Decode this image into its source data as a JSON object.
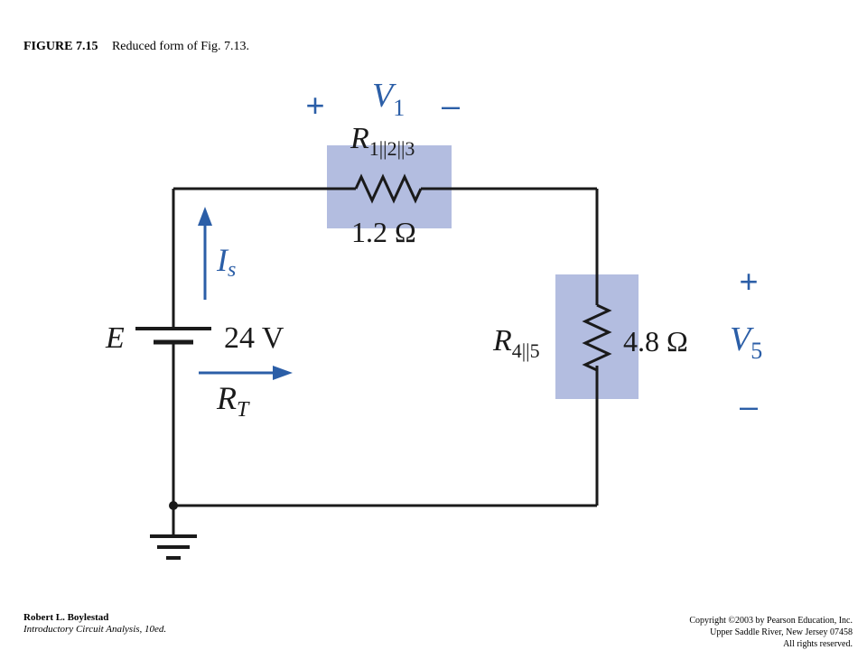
{
  "figure": {
    "number": "FIGURE 7.15",
    "caption": "Reduced form of Fig. 7.13."
  },
  "circuit": {
    "source": {
      "label": "E",
      "value": "24 V"
    },
    "current": {
      "symbol": "I",
      "subscript": "s"
    },
    "total_resistance": {
      "symbol": "R",
      "subscript": "T"
    },
    "r123": {
      "symbol": "R",
      "subscript": "1||2||3",
      "value": "1.2 Ω"
    },
    "r45": {
      "symbol": "R",
      "subscript": "4||5",
      "value": "4.8 Ω"
    },
    "v1": {
      "symbol": "V",
      "subscript": "1",
      "plus": "+",
      "minus": "–"
    },
    "v5": {
      "symbol": "V",
      "subscript": "5",
      "plus": "+",
      "minus": "–"
    },
    "colors": {
      "label": "#2b5ea7",
      "highlight": "#b3bde0",
      "wire": "#1a1a1a"
    }
  },
  "footer": {
    "author": "Robert L. Boylestad",
    "book": "Introductory Circuit Analysis, 10ed.",
    "copyright_line1": "Copyright ©2003 by Pearson Education, Inc.",
    "copyright_line2": "Upper Saddle River, New Jersey 07458",
    "copyright_line3": "All rights reserved."
  }
}
